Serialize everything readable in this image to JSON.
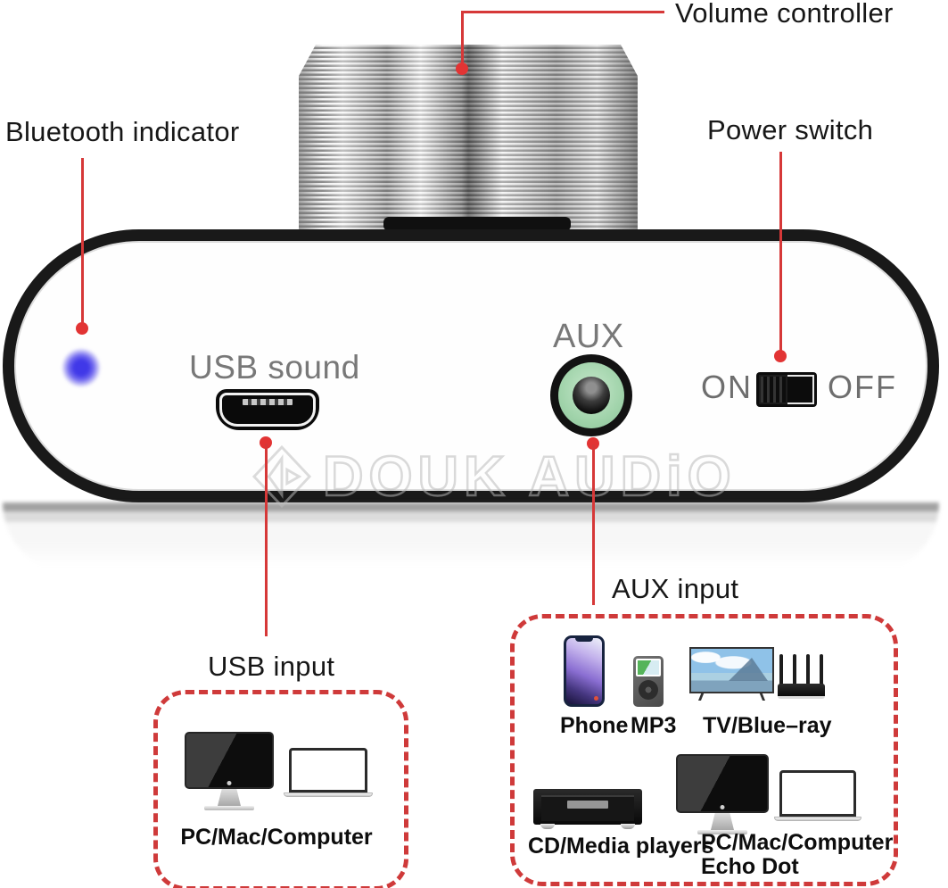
{
  "callouts": {
    "volume": {
      "label": "Volume controller"
    },
    "bluetooth": {
      "label": "Bluetooth indicator"
    },
    "power": {
      "label": "Power switch"
    },
    "usb": {
      "label": "USB input"
    },
    "aux": {
      "label": "AUX input"
    }
  },
  "device": {
    "usb_port_label": "USB sound",
    "aux_jack_label": "AUX",
    "power_on": "ON",
    "power_off": "OFF",
    "watermark": "DOUK AUDiO"
  },
  "usb_box": {
    "caption": "PC/Mac/Computer",
    "icons": [
      "desktop-monitor",
      "laptop"
    ]
  },
  "aux_box": {
    "row1": [
      {
        "icon": "smartphone",
        "label": "Phone"
      },
      {
        "icon": "mp3-player",
        "label": "MP3"
      },
      {
        "icon": "tv-and-router",
        "label": "TV/Blue–ray"
      }
    ],
    "row2": [
      {
        "icon": "cd-player",
        "label": "CD/Media players"
      },
      {
        "icon": "desktop-and-laptop",
        "label": "PC/Mac/Computer",
        "label2": "Echo Dot"
      }
    ]
  },
  "colors": {
    "accent_red": "#d63838",
    "dashed_red": "#cf3a3a",
    "led_blue": "#4840e6",
    "jack_green": "#a7d7af",
    "gray_label": "#787878"
  }
}
